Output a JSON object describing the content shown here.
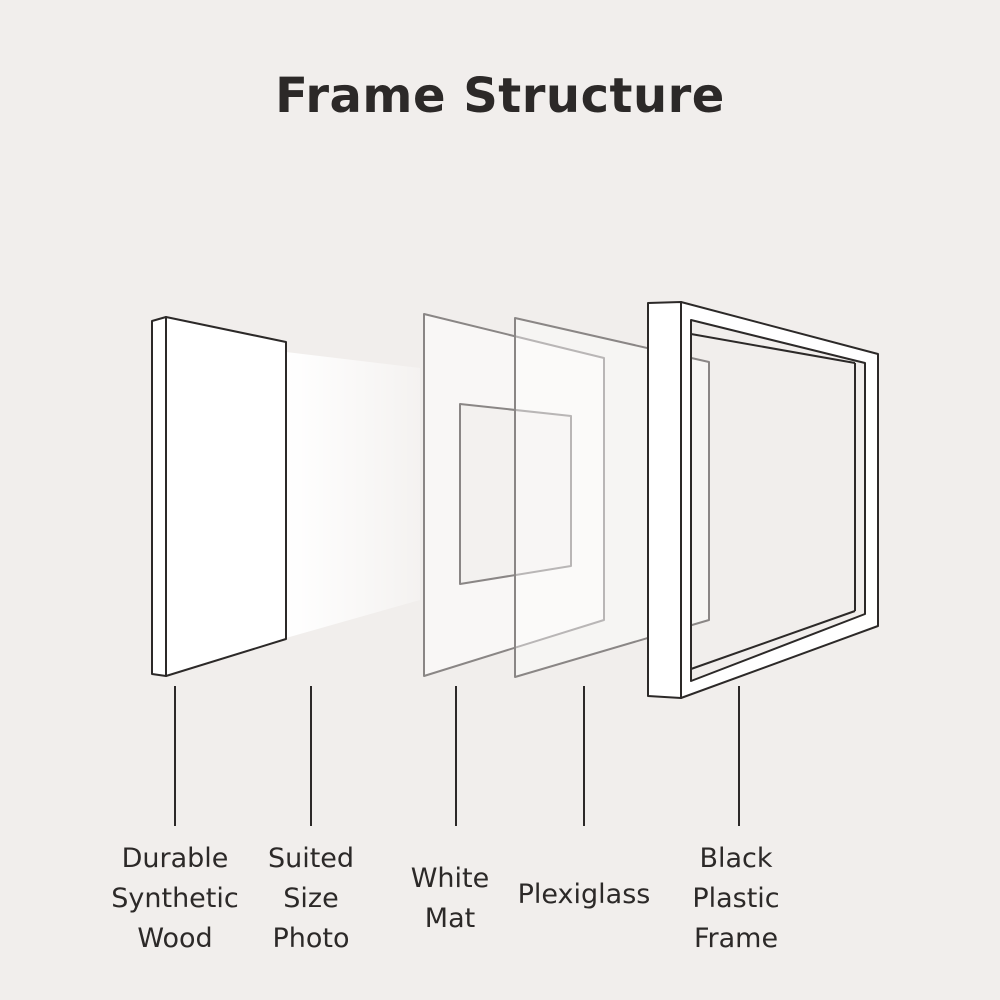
{
  "title": "Frame Structure",
  "colors": {
    "background": "#f1eeec",
    "line": "#2c2928",
    "glass": "#8a8685"
  },
  "components": [
    {
      "id": "backing",
      "label": "Durable\nSynthetic\nWood"
    },
    {
      "id": "photo",
      "label": "Suited\nSize\nPhoto"
    },
    {
      "id": "mat",
      "label": "White\nMat"
    },
    {
      "id": "glass",
      "label": "Plexiglass"
    },
    {
      "id": "frame",
      "label": "Black\nPlastic\nFrame"
    }
  ]
}
